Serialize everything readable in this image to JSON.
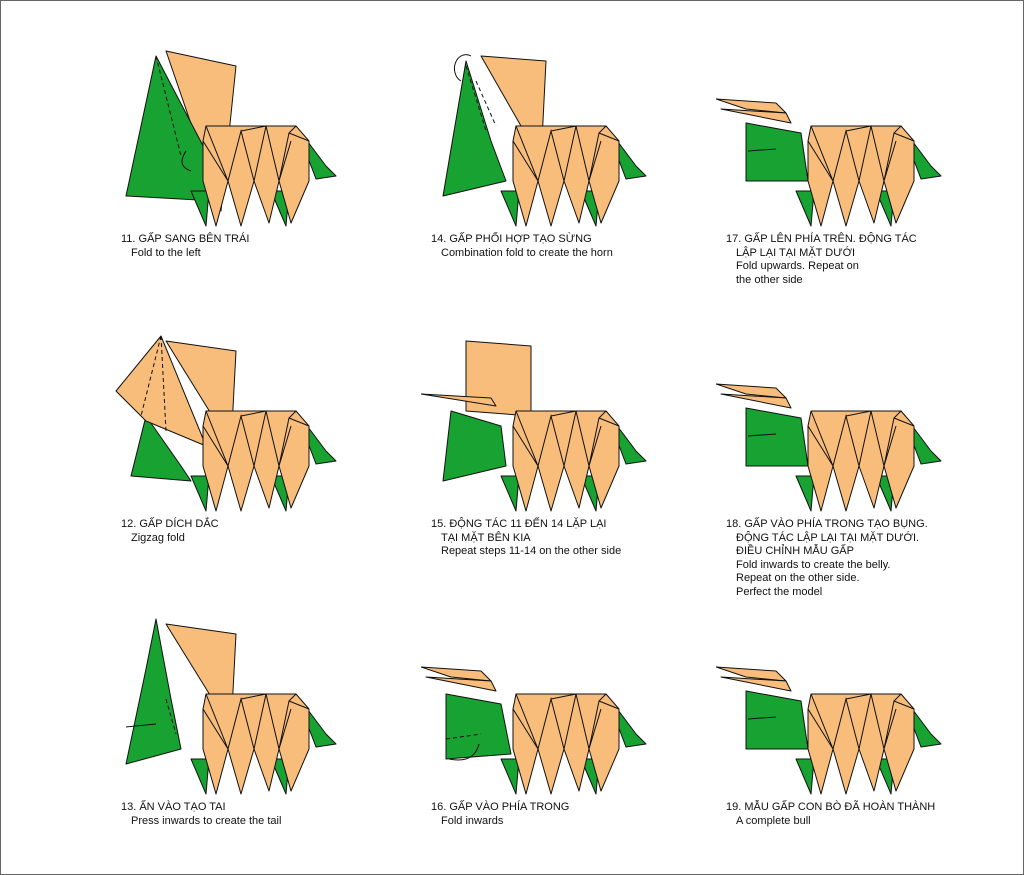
{
  "colors": {
    "orange": "#F8BD7A",
    "green": "#17A232",
    "line": "#111111"
  },
  "steps": [
    {
      "vi": [
        "11. GẤP SANG BÊN TRÁI"
      ],
      "en": [
        "Fold to the left"
      ],
      "head": "green-flap"
    },
    {
      "vi": [
        "12. GẤP DÍCH DẮC"
      ],
      "en": [
        "Zigzag fold"
      ],
      "head": "zigzag"
    },
    {
      "vi": [
        "13. ẤN VÀO TẠO TAI"
      ],
      "en": [
        "Press inwards to create the tail"
      ],
      "head": "press"
    },
    {
      "vi": [
        "14. GẤP PHỐI HỢP TẠO SỪNG"
      ],
      "en": [
        "Combination fold to create the horn"
      ],
      "head": "flap-green"
    },
    {
      "vi": [
        "15. ĐỘNG TÁC 11 ĐẾN 14 LẶP LẠI",
        "TẠI MẶT BÊN KIA"
      ],
      "en": [
        "Repeat steps 11-14 on the other side"
      ],
      "head": "flap-horn"
    },
    {
      "vi": [
        "16. GẤP VÀO PHÍA TRONG"
      ],
      "en": [
        "Fold inwards"
      ],
      "head": "horns-green"
    },
    {
      "vi": [
        "17. GẤP LÊN PHÍA TRÊN. ĐỘNG TÁC",
        "LẬP LẠI TẠI MẶT DƯỚI"
      ],
      "en": [
        "Fold upwards. Repeat on",
        "the other side"
      ],
      "head": "horns-box"
    },
    {
      "vi": [
        "18. GẤP VÀO PHÍA TRONG TẠO BỤNG.",
        "ĐỘNG TÁC LẬP LẠI TẠI MẶT DƯỚI.",
        "ĐIỀU CHỈNH MẪU GẤP"
      ],
      "en": [
        "Fold inwards to create the belly.",
        "Repeat on the other side.",
        "Perfect the model"
      ],
      "head": "horns-box"
    },
    {
      "vi": [
        "19. MẪU GẤP CON BÒ ĐÃ HOÀN THÀNH"
      ],
      "en": [
        "A complete bull"
      ],
      "head": "horns-box"
    }
  ]
}
